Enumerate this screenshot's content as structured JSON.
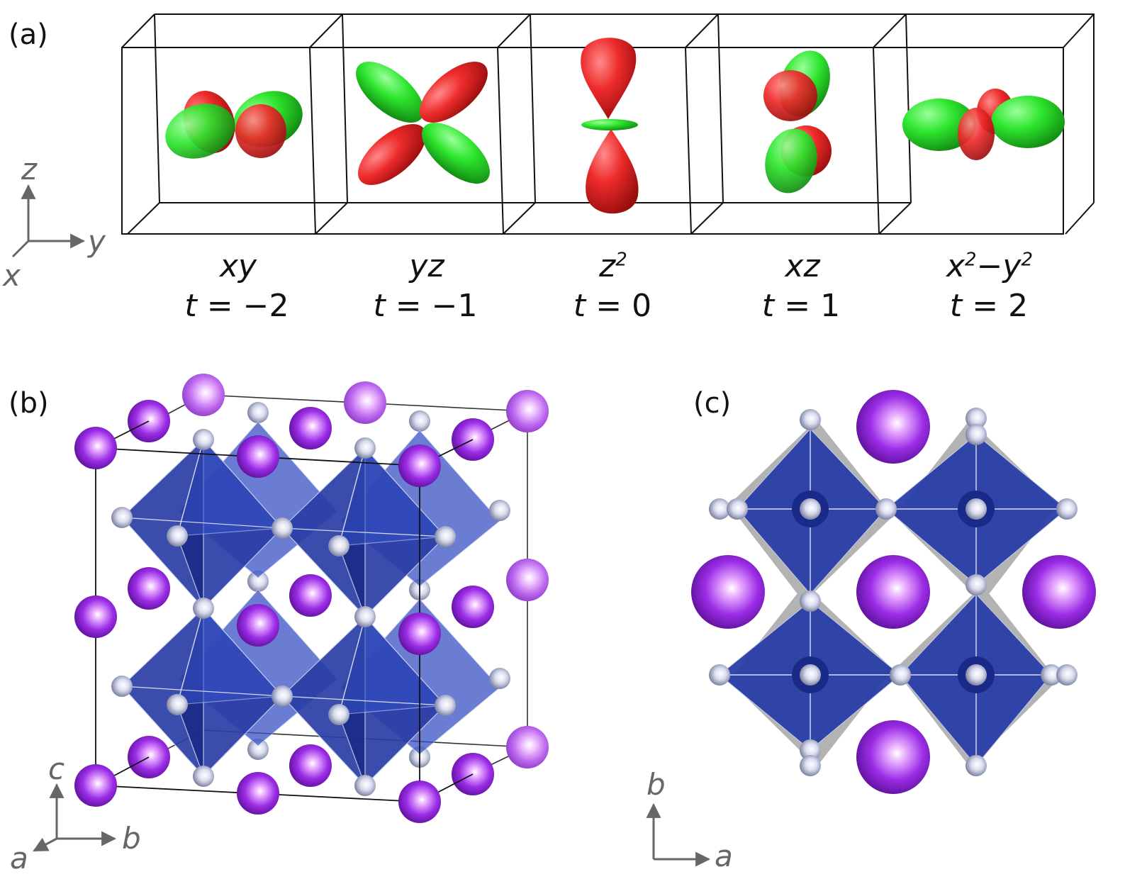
{
  "panels": {
    "a": "(a)",
    "b": "(b)",
    "c": "(c)"
  },
  "orbitals": [
    {
      "name": "xy",
      "t": "−2"
    },
    {
      "name": "yz",
      "t": "−1"
    },
    {
      "name": "z",
      "sup": "2",
      "t": "0"
    },
    {
      "name": "xz",
      "t": "1"
    },
    {
      "name_a": "x",
      "sup_a": "2",
      "mid": "−y",
      "sup_b": "2",
      "t": "2"
    }
  ],
  "t_symbol": "t",
  "equals": "=",
  "axes_a": {
    "vertical": "z",
    "horizontal": "y",
    "depth": "x"
  },
  "axes_b": {
    "vertical": "c",
    "horizontal": "b",
    "depth": "a"
  },
  "axes_c": {
    "vertical": "b",
    "horizontal": "a"
  },
  "colors": {
    "lobe_positive": "#ee2b2b",
    "lobe_negative": "#2ee62e",
    "octahedron": "#2a3ea6",
    "cation": "#9b2de6",
    "anion": "#b8bfdc",
    "axis_gray": "#666666"
  }
}
